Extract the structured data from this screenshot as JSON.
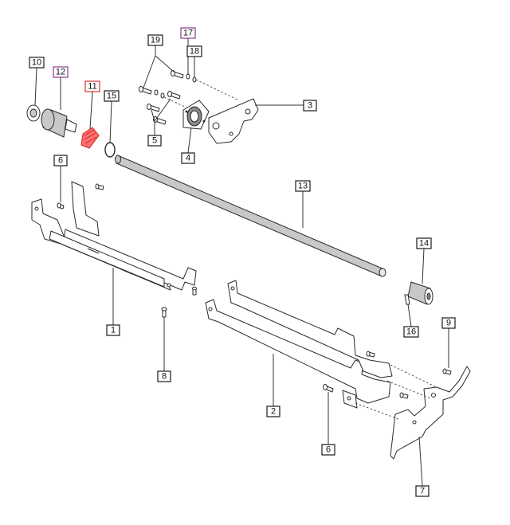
{
  "diagram": {
    "callouts": [
      {
        "id": "c19",
        "label": "19",
        "highlight": "none"
      },
      {
        "id": "c17",
        "label": "17",
        "highlight": "purple"
      },
      {
        "id": "c18",
        "label": "18",
        "highlight": "none"
      },
      {
        "id": "c10",
        "label": "10",
        "highlight": "none"
      },
      {
        "id": "c12",
        "label": "12",
        "highlight": "purple"
      },
      {
        "id": "c11",
        "label": "11",
        "highlight": "red"
      },
      {
        "id": "c15",
        "label": "15",
        "highlight": "none"
      },
      {
        "id": "c3",
        "label": "3",
        "highlight": "none"
      },
      {
        "id": "c5",
        "label": "5",
        "highlight": "none"
      },
      {
        "id": "c4",
        "label": "4",
        "highlight": "none"
      },
      {
        "id": "c6a",
        "label": "6",
        "highlight": "none"
      },
      {
        "id": "c13",
        "label": "13",
        "highlight": "none"
      },
      {
        "id": "c14",
        "label": "14",
        "highlight": "none"
      },
      {
        "id": "c1",
        "label": "1",
        "highlight": "none"
      },
      {
        "id": "c8",
        "label": "8",
        "highlight": "none"
      },
      {
        "id": "c16",
        "label": "16",
        "highlight": "none"
      },
      {
        "id": "c9",
        "label": "9",
        "highlight": "none"
      },
      {
        "id": "c2",
        "label": "2",
        "highlight": "none"
      },
      {
        "id": "c6b",
        "label": "6",
        "highlight": "none"
      },
      {
        "id": "c7",
        "label": "7",
        "highlight": "none"
      }
    ],
    "colors": {
      "highlight_purple": "#8b3a8b",
      "highlight_red": "#e03030",
      "part_highlight_fill": "#ff7070"
    }
  }
}
